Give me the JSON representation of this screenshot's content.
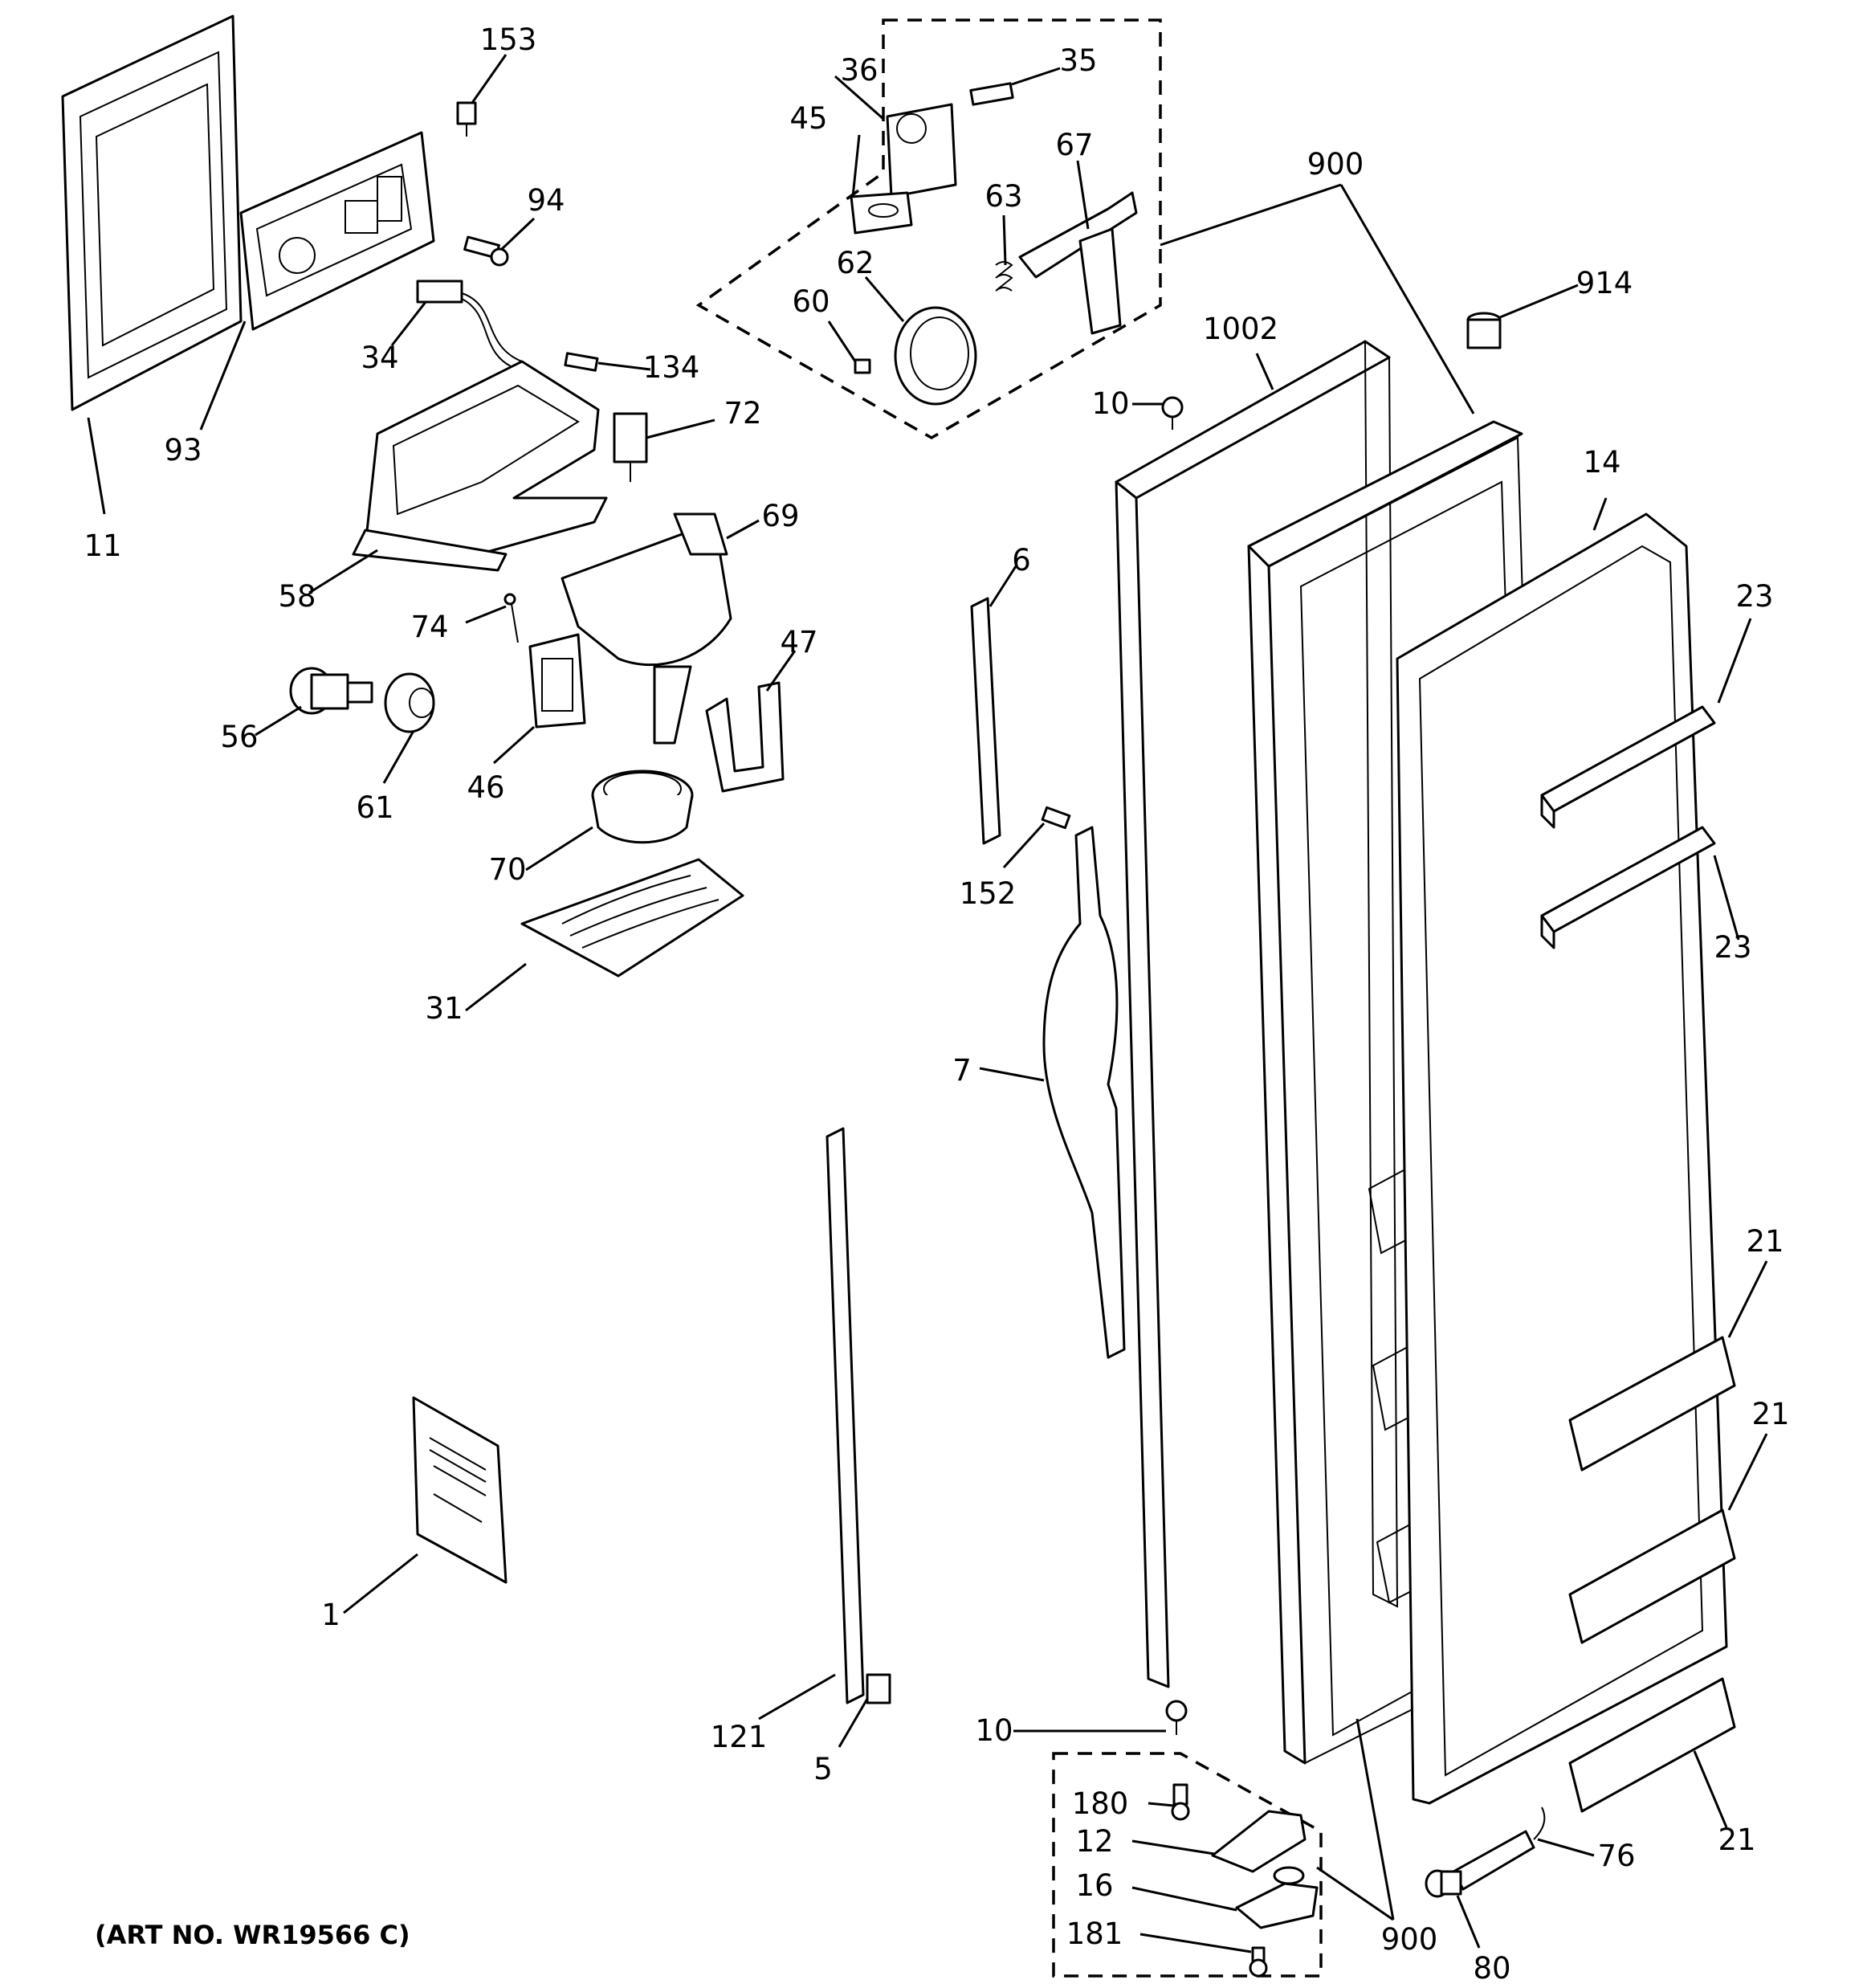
{
  "art_number": "(ART NO. WR19566 C)",
  "callouts": {
    "p1": "1",
    "p5": "5",
    "p6": "6",
    "p7": "7",
    "p10a": "10",
    "p10b": "10",
    "p11": "11",
    "p12": "12",
    "p14": "14",
    "p16": "16",
    "p21a": "21",
    "p21b": "21",
    "p21c": "21",
    "p23a": "23",
    "p23b": "23",
    "p31": "31",
    "p34": "34",
    "p35": "35",
    "p36": "36",
    "p45": "45",
    "p46": "46",
    "p47": "47",
    "p56": "56",
    "p58": "58",
    "p60": "60",
    "p61": "61",
    "p62": "62",
    "p63": "63",
    "p67": "67",
    "p69": "69",
    "p70": "70",
    "p72": "72",
    "p74": "74",
    "p76": "76",
    "p80": "80",
    "p93": "93",
    "p94": "94",
    "p121": "121",
    "p134": "134",
    "p152": "152",
    "p153": "153",
    "p180": "180",
    "p181": "181",
    "p900a": "900",
    "p900b": "900",
    "p914": "914",
    "p1002": "1002"
  }
}
